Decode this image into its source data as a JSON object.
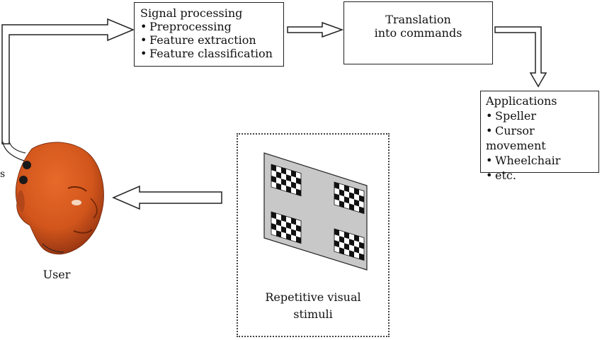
{
  "signal_processing": {
    "title": "Signal processing",
    "items": [
      "Preprocessing",
      "Feature extraction",
      "Feature classification"
    ]
  },
  "translation": {
    "line1": "Translation",
    "line2": "into commands"
  },
  "applications": {
    "title": "Applications",
    "items": [
      "Speller",
      "Cursor movement",
      "Wheelchair",
      "etc."
    ]
  },
  "stimuli": {
    "line1": "Repetitive visual",
    "line2": "stimuli"
  },
  "user": {
    "label": "User"
  },
  "electrodes": {
    "label": "s"
  },
  "colors": {
    "skin": "#d2561c",
    "skin_dark": "#8e3010",
    "stimulus_panel": "#c8c8c8",
    "electrode": "#1a1a1a"
  }
}
